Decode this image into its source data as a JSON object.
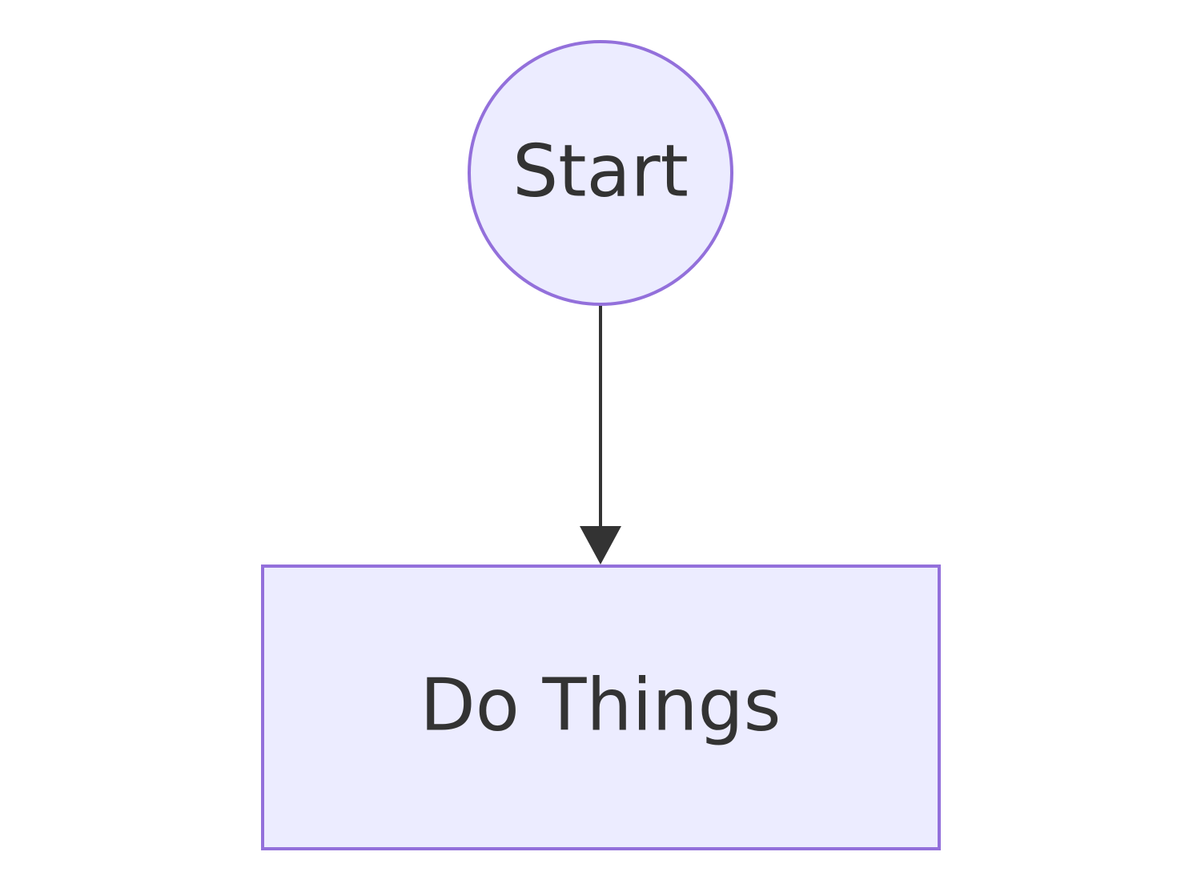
{
  "diagram": {
    "colors": {
      "node_fill": "#ECECFF",
      "node_stroke": "#9370DB",
      "text": "#333333",
      "edge": "#333333",
      "background": "#FFFFFF"
    },
    "nodes": [
      {
        "id": "start",
        "shape": "circle",
        "label": "Start"
      },
      {
        "id": "do_things",
        "shape": "rectangle",
        "label": "Do Things"
      }
    ],
    "edges": [
      {
        "from": "start",
        "to": "do_things",
        "arrow": "arrowhead"
      }
    ]
  }
}
